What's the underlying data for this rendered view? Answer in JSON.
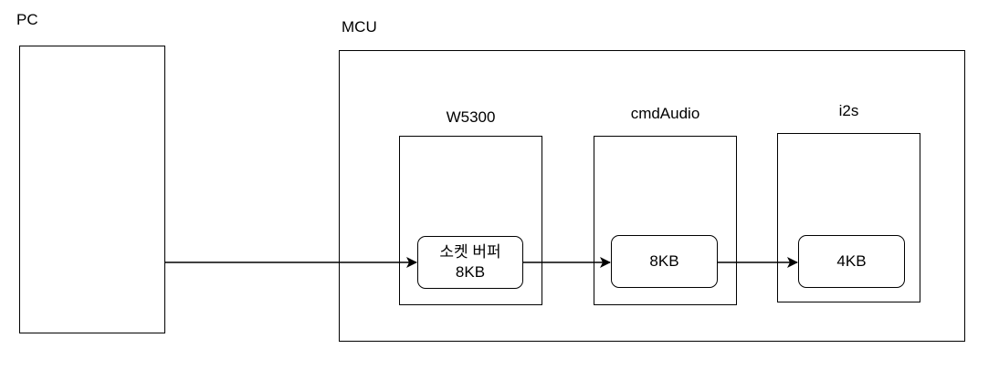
{
  "pc": {
    "title": "PC"
  },
  "mcu": {
    "title": "MCU",
    "blocks": [
      {
        "title": "W5300",
        "buffer_line1": "소켓 버퍼",
        "buffer_line2": "8KB"
      },
      {
        "title": "cmdAudio",
        "buffer_line1": "8KB"
      },
      {
        "title": "i2s",
        "buffer_line1": "4KB"
      }
    ]
  }
}
